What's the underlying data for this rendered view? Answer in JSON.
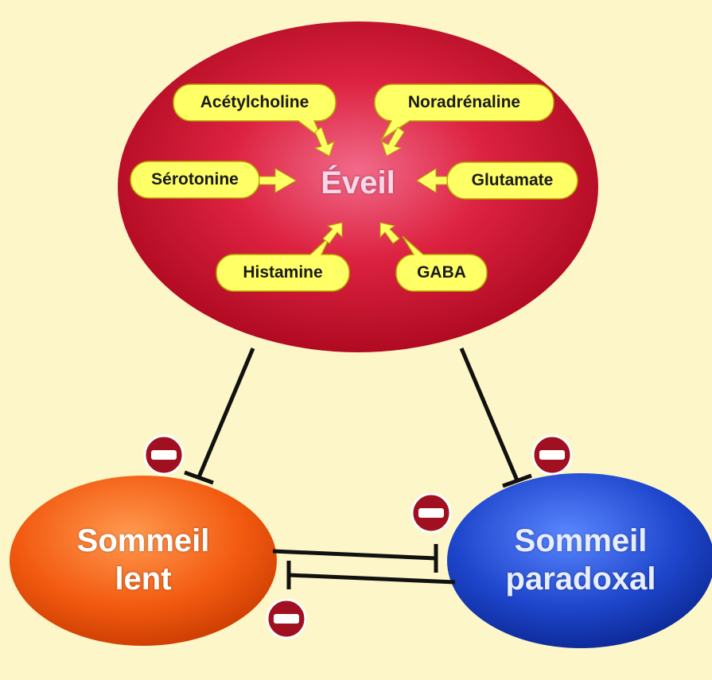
{
  "center": {
    "label": "Éveil"
  },
  "neurotransmitters": {
    "acetylcholine": "Acétylcholine",
    "noradrenaline": "Noradrénaline",
    "serotonine": "Sérotonine",
    "glutamate": "Glutamate",
    "histamine": "Histamine",
    "gaba": "GABA"
  },
  "states": {
    "slow_sleep": {
      "line1": "Sommeil",
      "line2": "lent"
    },
    "rem_sleep": {
      "line1": "Sommeil",
      "line2": "paradoxal"
    }
  },
  "inhibition_symbol": "−",
  "colors": {
    "background": "#fdf6c8",
    "wake": "#d01030",
    "bubble": "#ffff66",
    "slow_sleep": "#f05a10",
    "rem_sleep": "#1a3cc0",
    "minus_badge": "#a01020"
  }
}
